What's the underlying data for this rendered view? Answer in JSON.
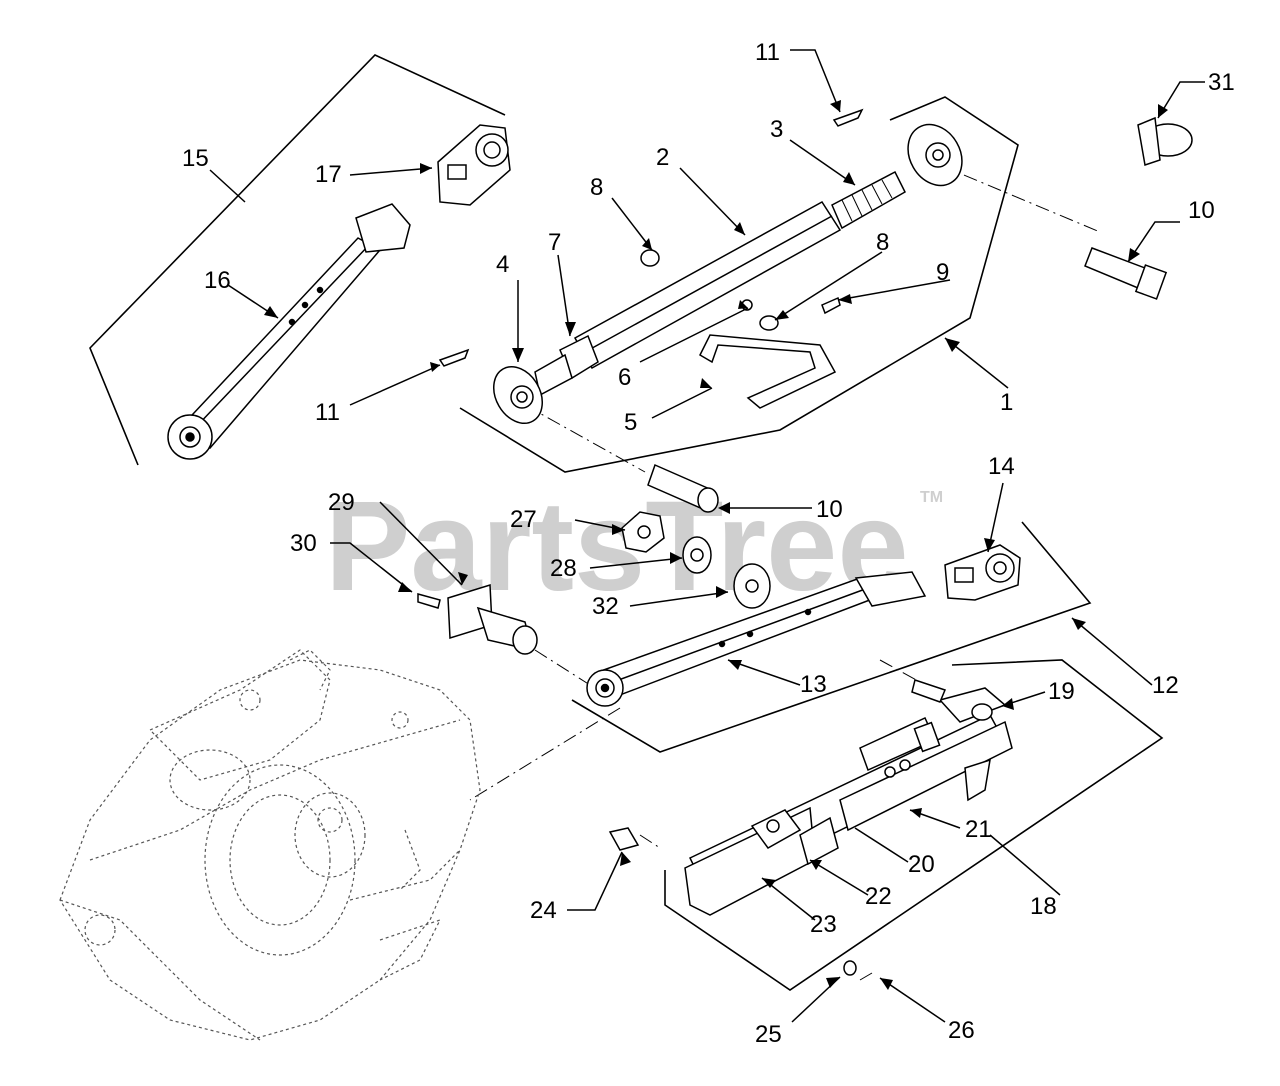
{
  "watermark": {
    "text": "PartsTree",
    "trademark": "TM",
    "color": "#cfcfcf"
  },
  "callouts": [
    {
      "id": "1",
      "text": "1"
    },
    {
      "id": "2",
      "text": "2"
    },
    {
      "id": "3",
      "text": "3"
    },
    {
      "id": "4",
      "text": "4"
    },
    {
      "id": "5",
      "text": "5"
    },
    {
      "id": "6",
      "text": "6"
    },
    {
      "id": "7",
      "text": "7"
    },
    {
      "id": "8a",
      "text": "8"
    },
    {
      "id": "8b",
      "text": "8"
    },
    {
      "id": "9",
      "text": "9"
    },
    {
      "id": "10a",
      "text": "10"
    },
    {
      "id": "10b",
      "text": "10"
    },
    {
      "id": "11a",
      "text": "11"
    },
    {
      "id": "11b",
      "text": "11"
    },
    {
      "id": "12",
      "text": "12"
    },
    {
      "id": "13",
      "text": "13"
    },
    {
      "id": "14",
      "text": "14"
    },
    {
      "id": "15",
      "text": "15"
    },
    {
      "id": "16",
      "text": "16"
    },
    {
      "id": "17",
      "text": "17"
    },
    {
      "id": "18",
      "text": "18"
    },
    {
      "id": "19",
      "text": "19"
    },
    {
      "id": "20",
      "text": "20"
    },
    {
      "id": "21",
      "text": "21"
    },
    {
      "id": "22",
      "text": "22"
    },
    {
      "id": "23",
      "text": "23"
    },
    {
      "id": "24",
      "text": "24"
    },
    {
      "id": "25",
      "text": "25"
    },
    {
      "id": "26",
      "text": "26"
    },
    {
      "id": "27",
      "text": "27"
    },
    {
      "id": "28",
      "text": "28"
    },
    {
      "id": "29",
      "text": "29"
    },
    {
      "id": "30",
      "text": "30"
    },
    {
      "id": "31",
      "text": "31"
    },
    {
      "id": "32",
      "text": "32"
    }
  ]
}
